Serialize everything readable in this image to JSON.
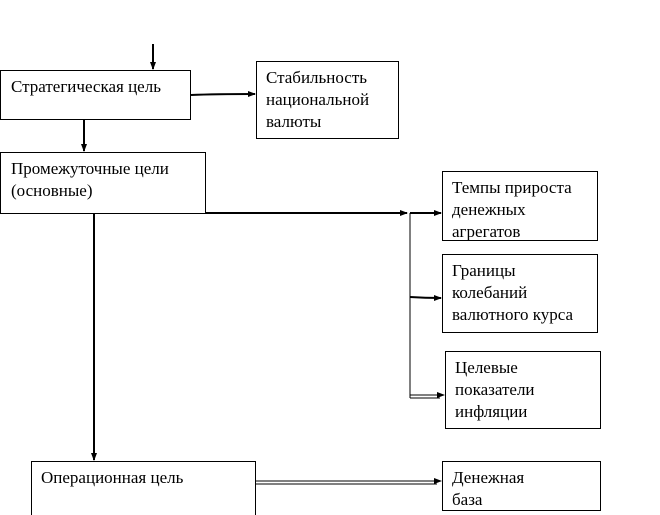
{
  "diagram": {
    "boxes": {
      "strategic_goal": "Стратегическая цель",
      "currency_stability": "Стабильность\nнациональной\nвалюты",
      "intermediate_goals": "Промежуточные цели\n(основные)",
      "money_aggregates_growth": "Темпы прироста\nденежных\nагрегатов",
      "exchange_rate_limits": "Границы\nколебаний\nвалютного курса",
      "inflation_targets": "Целевые\nпоказатели\nинфляции",
      "operational_goal": "Операционная цель",
      "monetary_base": "Денежная\n база"
    },
    "colors": {
      "line": "#000000",
      "box_border": "#000000",
      "background": "#ffffff"
    }
  }
}
